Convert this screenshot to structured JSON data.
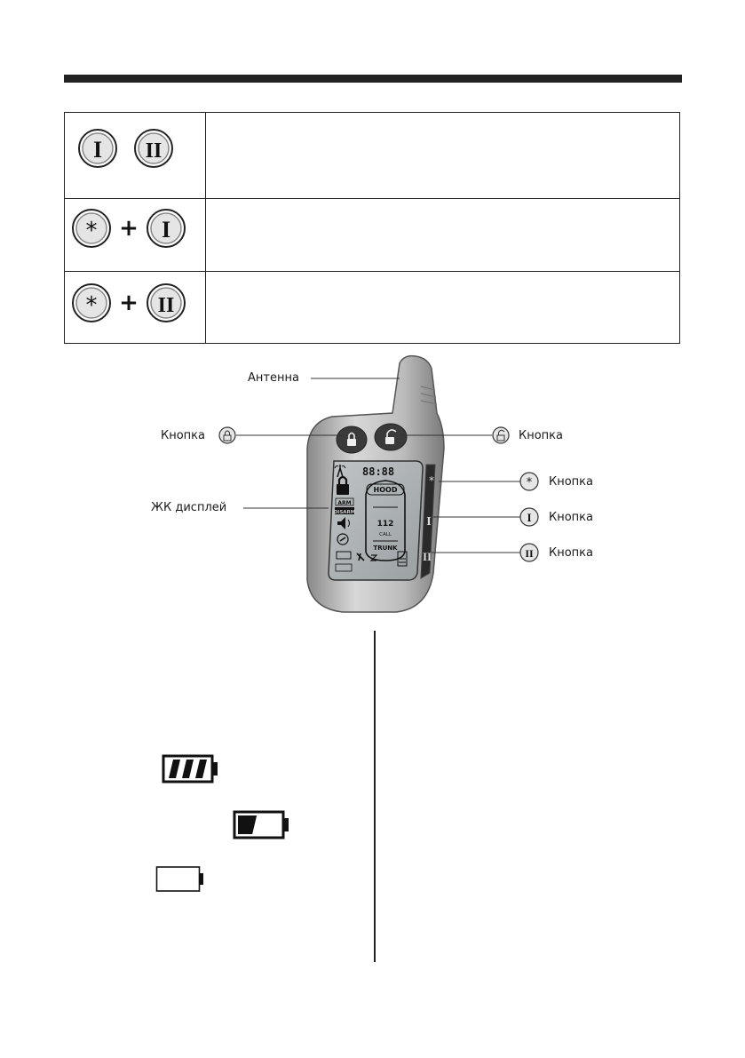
{
  "combo_table": [
    {
      "buttons": [
        "I",
        "II"
      ],
      "operator": "",
      "description": ""
    },
    {
      "buttons": [
        "*",
        "I"
      ],
      "operator": "+",
      "description": ""
    },
    {
      "buttons": [
        "*",
        "II"
      ],
      "operator": "+",
      "description": ""
    }
  ],
  "device": {
    "antenna_label": "Антенна",
    "lock_button_label": "Кнопка",
    "unlock_button_label": "Кнопка",
    "lcd_label": "ЖК дисплей",
    "side_buttons": [
      {
        "symbol": "*",
        "label": "Кнопка"
      },
      {
        "symbol": "I",
        "label": "Кнопка"
      },
      {
        "symbol": "II",
        "label": "Кнопка"
      }
    ],
    "lcd": {
      "time": "88:88",
      "hood": "HOOD",
      "trunk": "TRUNK",
      "arm": "ARM",
      "disarm": "DISARM",
      "call": "CALL",
      "number": "112"
    }
  },
  "battery_levels": [
    {
      "name": "full",
      "fill": 1.0
    },
    {
      "name": "half",
      "fill": 0.45
    },
    {
      "name": "empty",
      "fill": 0.0
    }
  ],
  "colors": {
    "ink": "#222222",
    "device_gray": "#b0b0b0",
    "lcd": "#a9aeb0"
  }
}
